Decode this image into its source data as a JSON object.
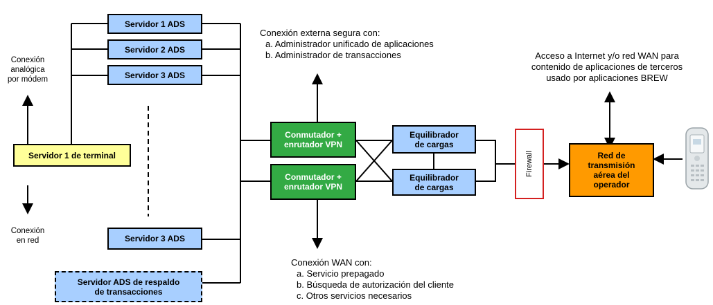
{
  "servers": {
    "ads1": "Servidor 1 ADS",
    "ads2": "Servidor 2 ADS",
    "ads3a": "Servidor 3 ADS",
    "ads3b": "Servidor 3 ADS",
    "backup_line1": "Servidor ADS de respaldo",
    "backup_line2": "de transacciones",
    "terminal": "Servidor 1 de terminal"
  },
  "left_labels": {
    "analog_l1": "Conexión",
    "analog_l2": "analógica",
    "analog_l3": "por módem",
    "net_l1": "Conexión",
    "net_l2": "en red"
  },
  "switches": {
    "sw_line1": "Conmutador +",
    "sw_line2": "enrutador VPN"
  },
  "balancers": {
    "lb_line1": "Equilibrador",
    "lb_line2": "de cargas"
  },
  "firewall": "Firewall",
  "carrier": {
    "l1": "Red de",
    "l2": "transmisión",
    "l3": "aérea del",
    "l4": "operador"
  },
  "external": {
    "title": "Conexión externa segura con:",
    "item_a": "a.  Administrador unificado de aplicaciones",
    "item_b": "b.  Administrador de transacciones"
  },
  "internet": {
    "l1": "Acceso a Internet y/o red WAN para",
    "l2": "contenido de aplicaciones de terceros",
    "l3": "usado por aplicaciones BREW"
  },
  "wan": {
    "title": "Conexión WAN con:",
    "item_a": "a.  Servicio prepagado",
    "item_b": "b.  Búsqueda de autorización del cliente",
    "item_c": "c.  Otros servicios necesarios"
  },
  "colors": {
    "ads_fill": "#a8cfff",
    "terminal_fill": "#ffff99",
    "switch_fill": "#33aa44",
    "carrier_fill": "#ff9a00",
    "firewall_border": "#d42020"
  },
  "icons": [
    "mobile-phone-icon"
  ]
}
